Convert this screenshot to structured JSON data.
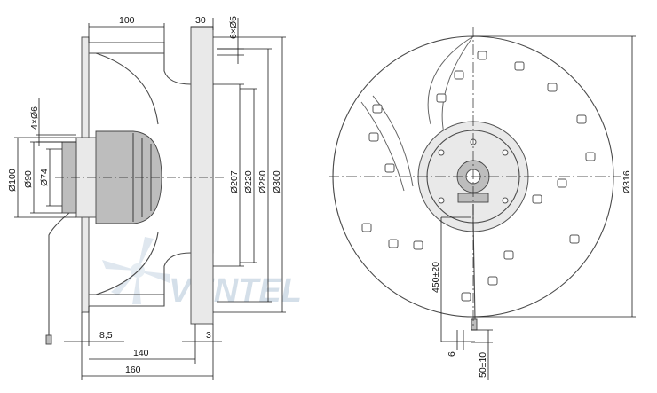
{
  "watermark": {
    "text": "VENTEL"
  },
  "dimensions": {
    "side_top_width": "100",
    "side_top_step": "30",
    "holes_top": "6×Ø5",
    "holes_left": "4×Ø6",
    "left_d100": "Ø100",
    "left_d90": "Ø90",
    "left_d74": "Ø74",
    "d207": "Ø207",
    "d220": "Ø220",
    "d280": "Ø280",
    "d300": "Ø300",
    "bottom_85": "8,5",
    "bottom_3": "3",
    "bottom_140": "140",
    "bottom_160": "160",
    "front_d316": "Ø316",
    "cable_length": "450±20",
    "cable_6": "6",
    "cable_50": "50±10"
  }
}
